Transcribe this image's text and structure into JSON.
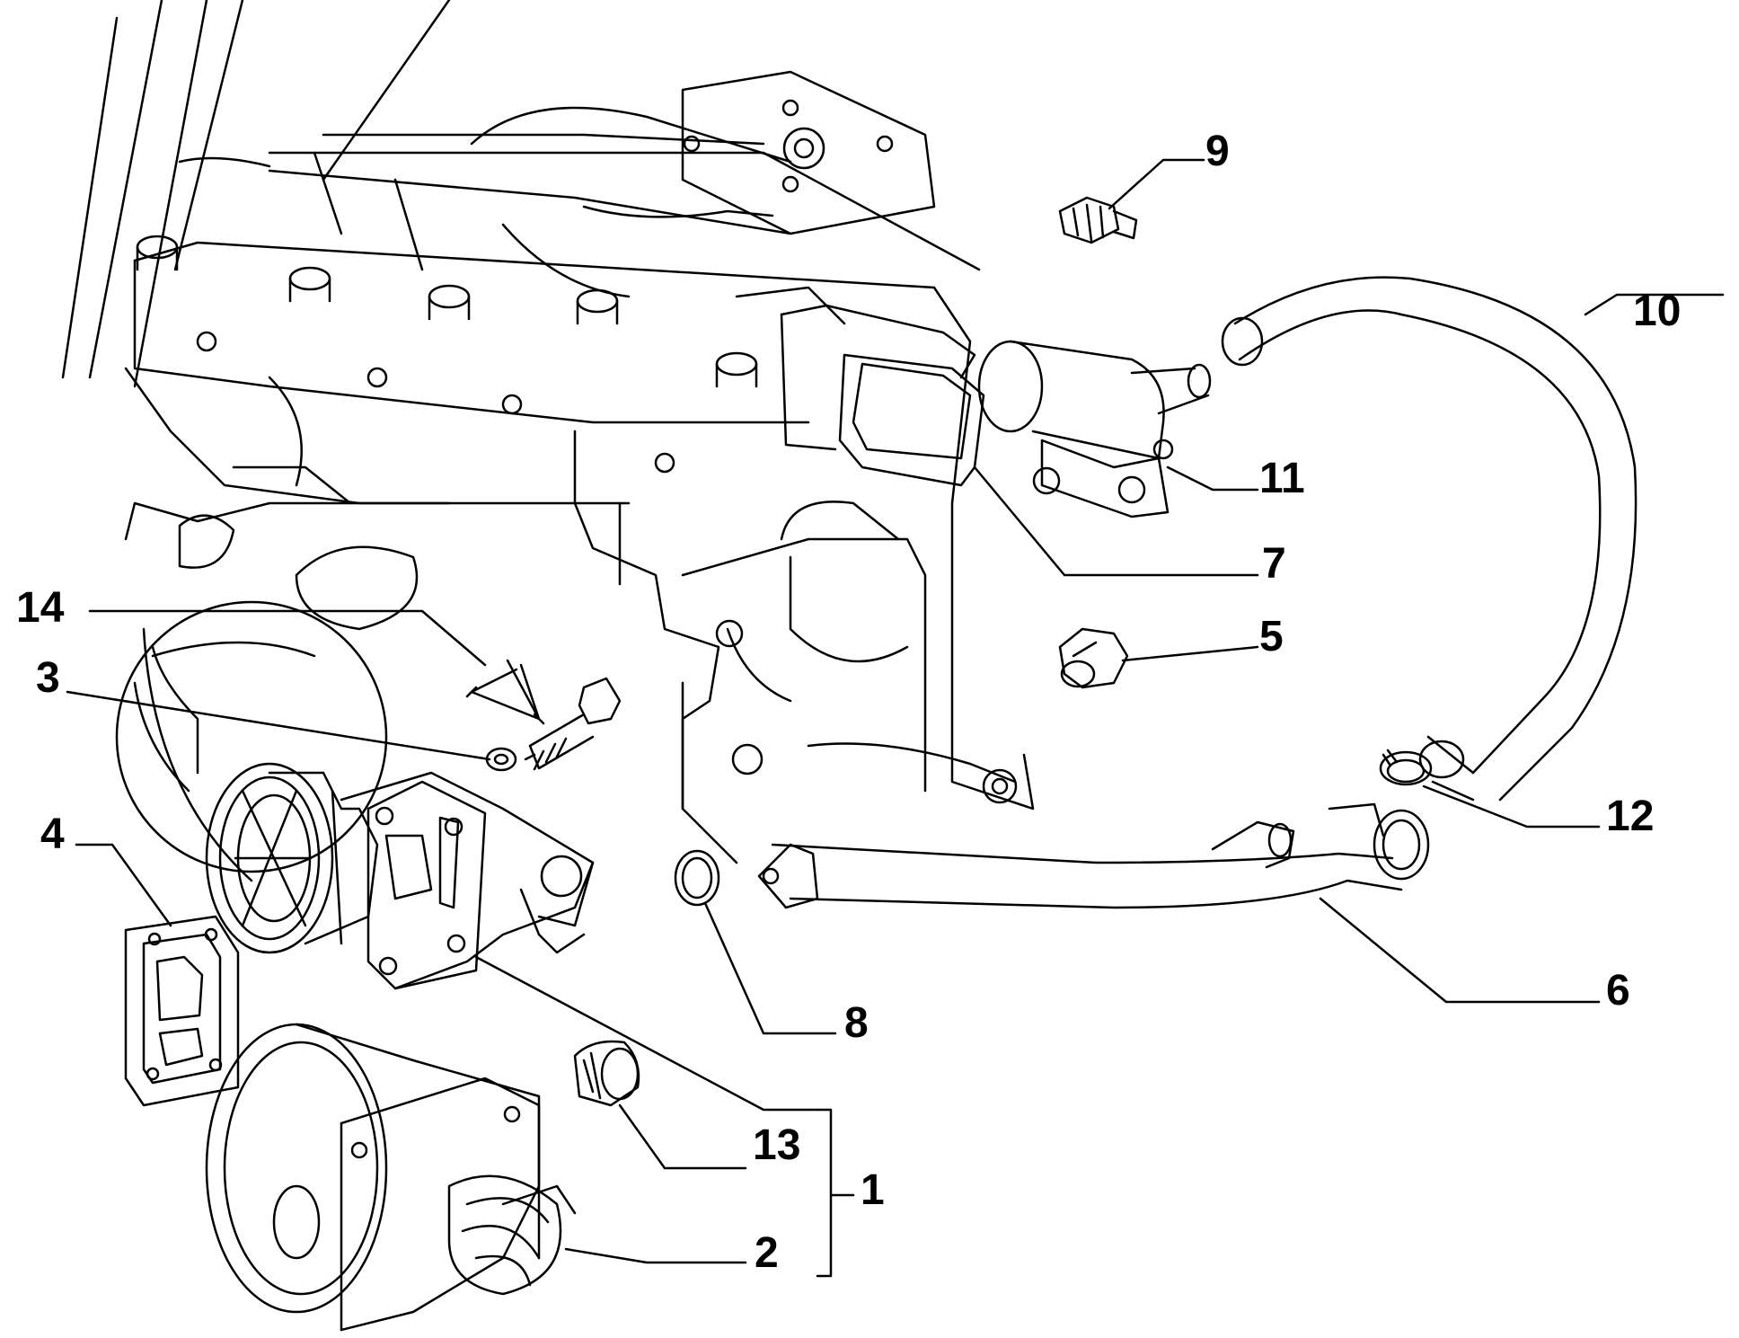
{
  "diagram": {
    "kind": "exploded parts diagram",
    "line_color": "#000000",
    "background_color": "#ffffff",
    "callouts": [
      {
        "id": "9",
        "label": "9"
      },
      {
        "id": "10",
        "label": "10"
      },
      {
        "id": "11",
        "label": "11"
      },
      {
        "id": "7",
        "label": "7"
      },
      {
        "id": "5",
        "label": "5"
      },
      {
        "id": "14",
        "label": "14"
      },
      {
        "id": "3",
        "label": "3"
      },
      {
        "id": "4",
        "label": "4"
      },
      {
        "id": "12",
        "label": "12"
      },
      {
        "id": "6",
        "label": "6"
      },
      {
        "id": "8",
        "label": "8"
      },
      {
        "id": "13",
        "label": "13"
      },
      {
        "id": "1",
        "label": "1"
      },
      {
        "id": "2",
        "label": "2"
      }
    ]
  }
}
